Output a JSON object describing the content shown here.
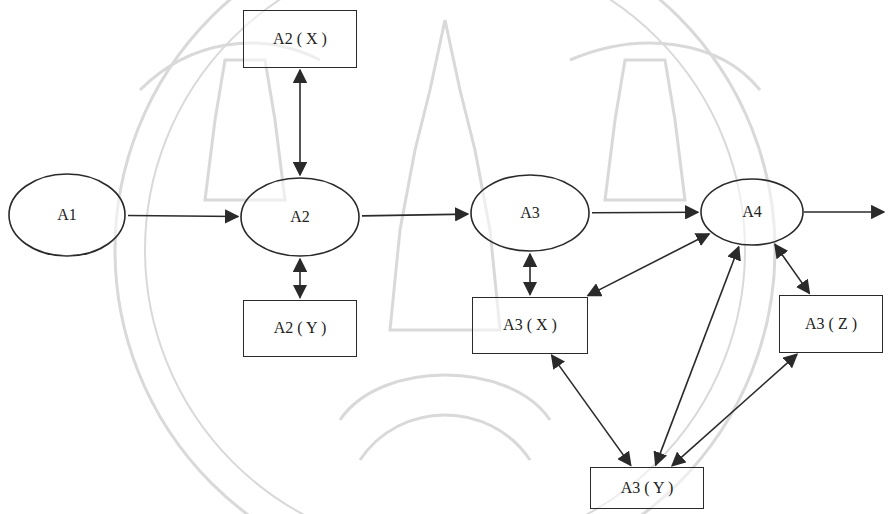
{
  "diagram": {
    "nodes": [
      {
        "text": [
          "A2 ( X )"
        ]
      },
      {
        "text": [
          "A1"
        ]
      },
      {
        "text": [
          "A2"
        ]
      },
      {
        "text": [
          "A3"
        ]
      },
      {
        "text": [
          "A4"
        ]
      },
      {
        "text": [
          "A2 ( Y )"
        ]
      },
      {
        "text": [
          "A3 ( X )"
        ]
      },
      {
        "text": [
          "A3 ( Z )"
        ]
      },
      {
        "text": [
          "A3 ( Y )"
        ]
      }
    ],
    "edges": [
      {
        "from": 1,
        "to": 2,
        "arrow": "to"
      },
      {
        "from": 2,
        "to": 3,
        "arrow": "to"
      },
      {
        "from": 3,
        "to": 4,
        "arrow": "to"
      },
      {
        "from": 0,
        "to": 2,
        "arrow": "both"
      },
      {
        "from": 2,
        "to": 5,
        "arrow": "both"
      },
      {
        "from": 3,
        "to": 6,
        "arrow": "both"
      },
      {
        "from": 6,
        "to": 4,
        "arrow": "both"
      },
      {
        "from": 4,
        "to": 8,
        "arrow": "both"
      },
      {
        "from": 6,
        "to": 8,
        "arrow": "both"
      },
      {
        "from": 4,
        "to": 7,
        "arrow": "both"
      },
      {
        "from": 8,
        "to": 7,
        "arrow": "both"
      }
    ]
  }
}
